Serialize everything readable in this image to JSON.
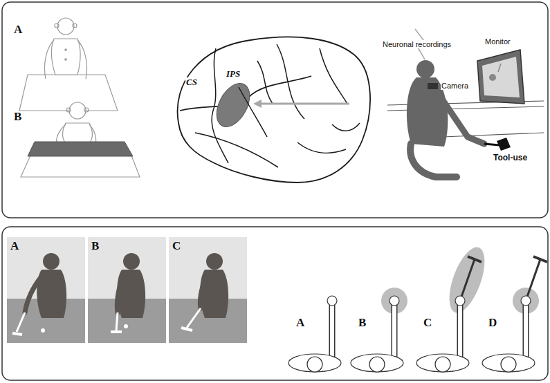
{
  "diagram": {
    "labels": [
      "A",
      "B",
      "CS",
      "IPS",
      "Neuronal recordings",
      "Monitor",
      "Camera",
      "Tool-use",
      "A",
      "B",
      "C",
      "A",
      "B",
      "C",
      "D"
    ]
  }
}
